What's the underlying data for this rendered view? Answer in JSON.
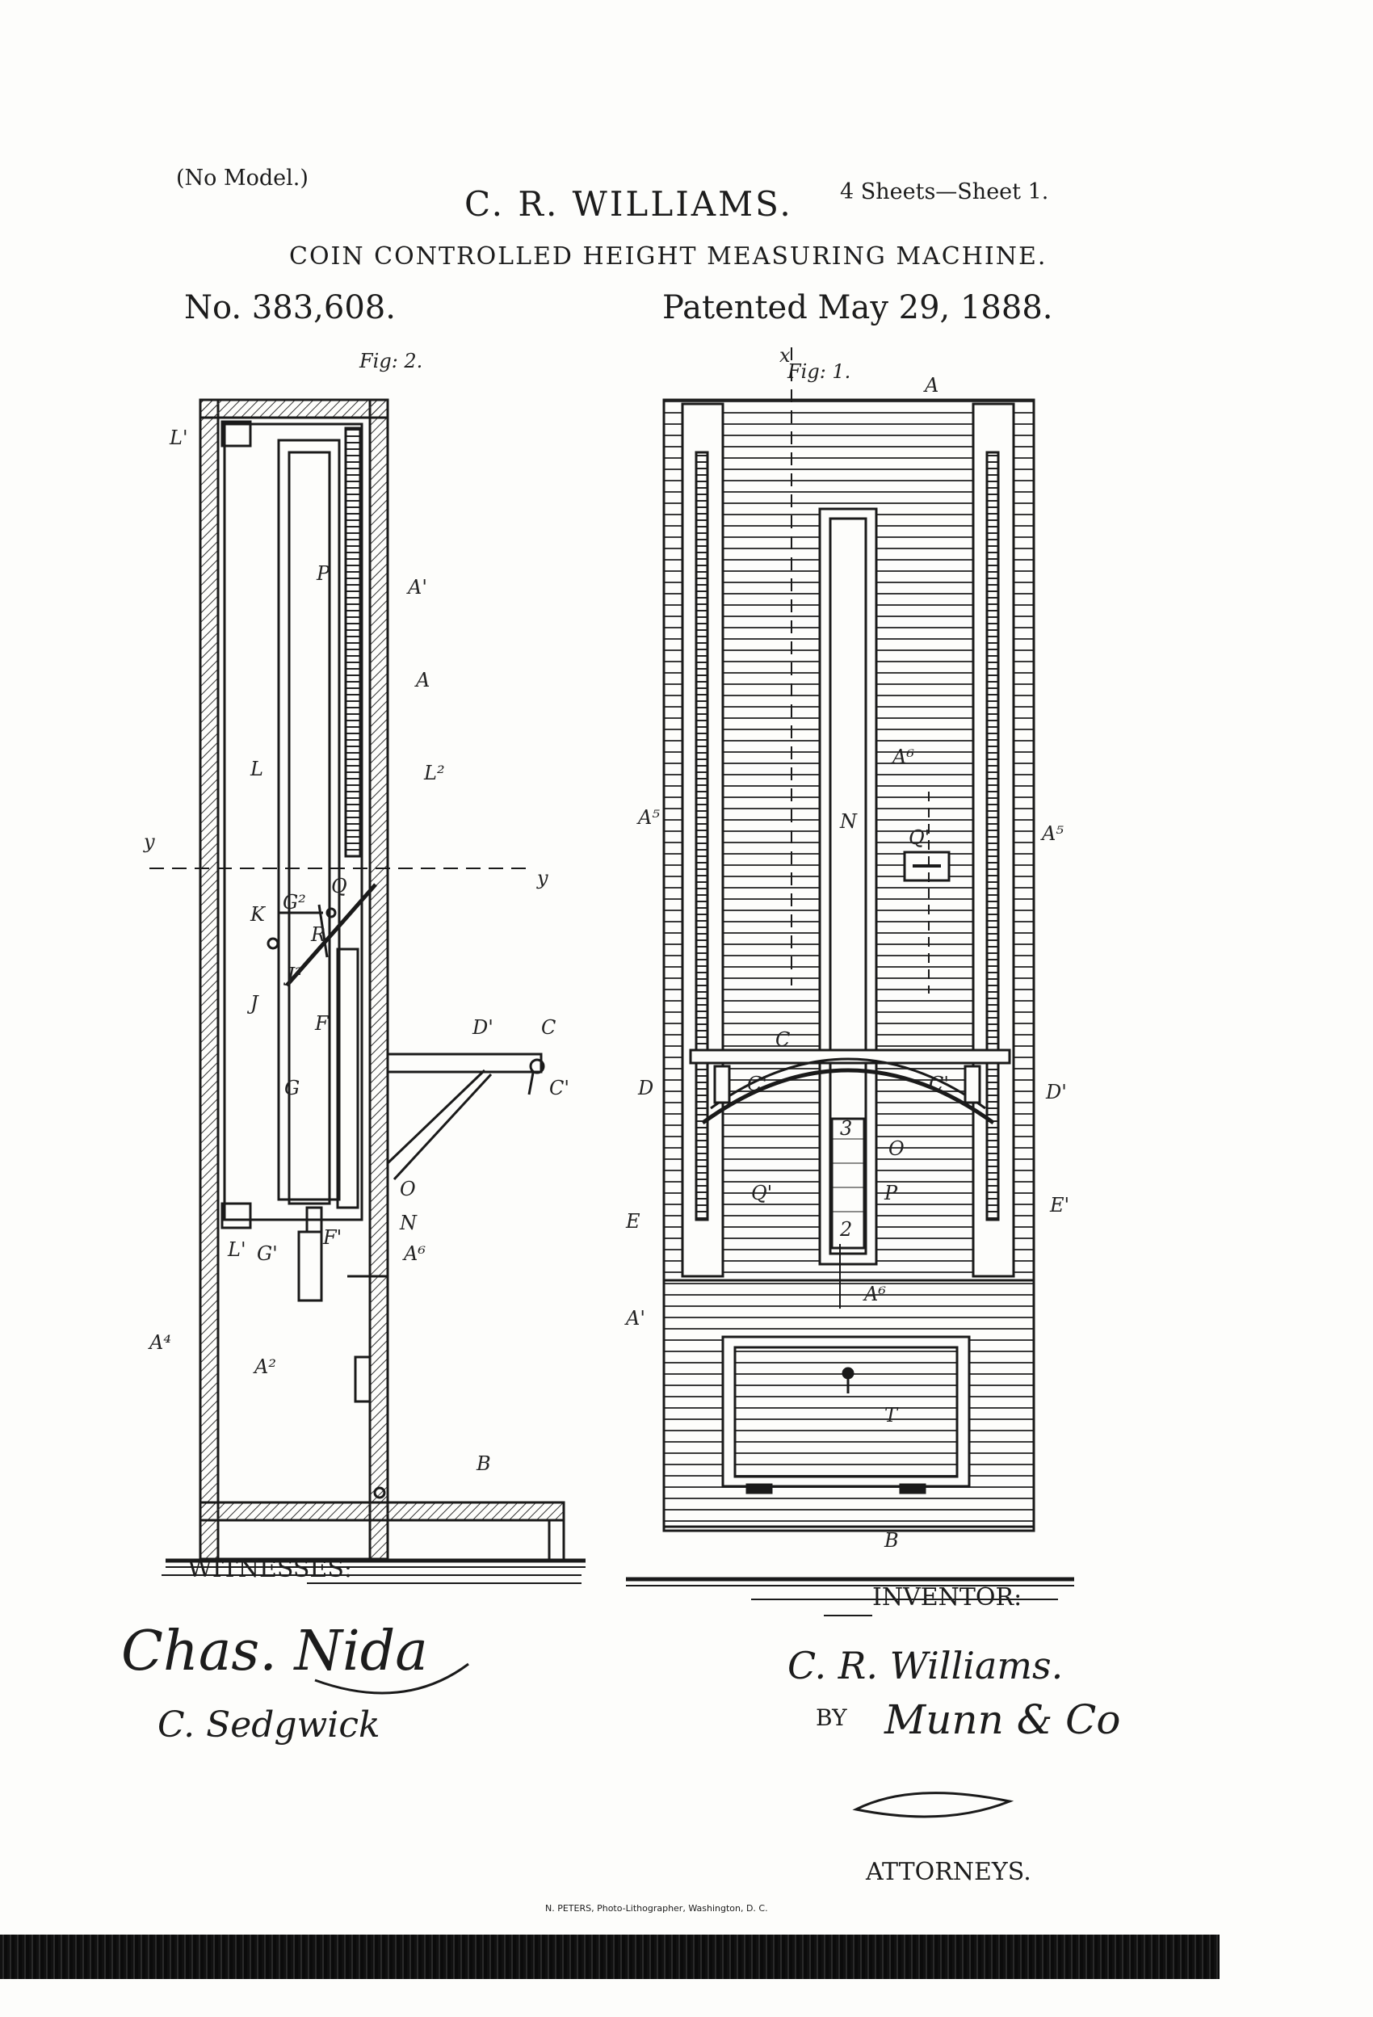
{
  "header": {
    "no_model": "(No Model.)",
    "inventor_name": "C. R. WILLIAMS.",
    "sheets": "4 Sheets—Sheet 1.",
    "title": "COIN CONTROLLED HEIGHT MEASURING MACHINE.",
    "patent_number": "No. 383,608.",
    "patented": "Patented May 29, 1888."
  },
  "figures": {
    "fig2_label": "Fig: 2.",
    "fig1_label": "Fig: 1.",
    "fig2_refs": [
      "L'",
      "A'",
      "P",
      "A",
      "L",
      "L²",
      "y",
      "y",
      "Q",
      "G²",
      "R",
      "K",
      "J",
      "J²",
      "F",
      "D'",
      "C",
      "C'",
      "G",
      "O",
      "N",
      "A⁶",
      "L'",
      "G'",
      "F'",
      "A⁴",
      "A²",
      "B"
    ],
    "fig1_refs": [
      "x",
      "A",
      "A⁶",
      "A⁵",
      "A⁵",
      "N",
      "Q'",
      "C",
      "D",
      "D'",
      "C'",
      "C'",
      "O",
      "Q'",
      "P",
      "E",
      "E'",
      "3",
      "2",
      "A⁶",
      "A'",
      "T",
      "B"
    ]
  },
  "witnesses": {
    "label": "WITNESSES:",
    "signature_1": "Chas. Nida",
    "signature_2": "C. Sedgwick"
  },
  "inventor": {
    "label": "INVENTOR:",
    "signature": "C. R. Williams.",
    "by": "BY",
    "attorney_signature": "Munn & Co",
    "attorneys_label": "ATTORNEYS."
  },
  "printer": "N. PETERS, Photo-Lithographer, Washington, D. C."
}
